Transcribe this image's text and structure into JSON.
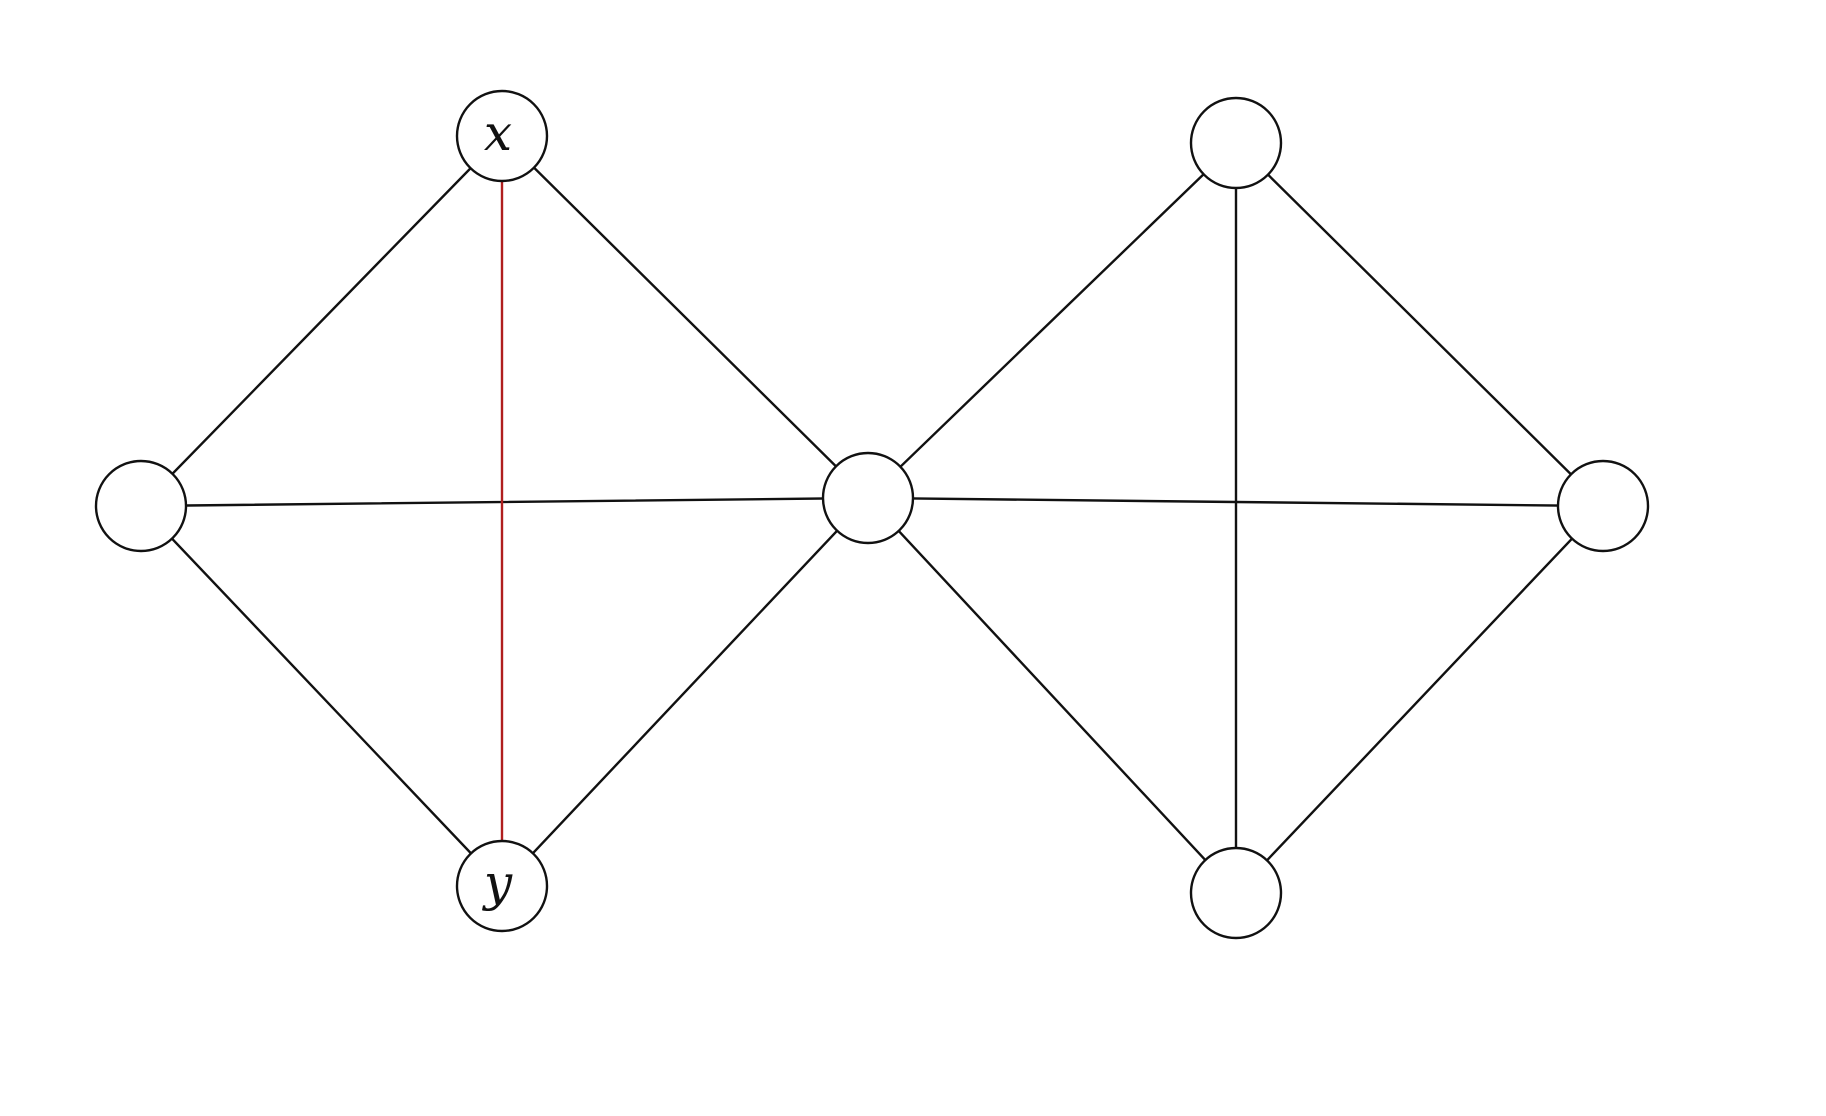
{
  "diagram": {
    "type": "graph",
    "edge_color": "#111111",
    "highlight_color": "#b01e1e",
    "node_fill": "#ffffff",
    "nodes": [
      {
        "id": "x",
        "label": "x"
      },
      {
        "id": "y",
        "label": "y"
      },
      {
        "id": "l",
        "label": ""
      },
      {
        "id": "c",
        "label": ""
      },
      {
        "id": "rt",
        "label": ""
      },
      {
        "id": "rb",
        "label": ""
      },
      {
        "id": "rr",
        "label": ""
      }
    ],
    "edges": [
      {
        "from": "x",
        "to": "l"
      },
      {
        "from": "x",
        "to": "c"
      },
      {
        "from": "l",
        "to": "y"
      },
      {
        "from": "c",
        "to": "y"
      },
      {
        "from": "l",
        "to": "c"
      },
      {
        "from": "x",
        "to": "y",
        "highlighted": true
      },
      {
        "from": "c",
        "to": "rt"
      },
      {
        "from": "c",
        "to": "rb"
      },
      {
        "from": "c",
        "to": "rr"
      },
      {
        "from": "rt",
        "to": "rr"
      },
      {
        "from": "rb",
        "to": "rr"
      },
      {
        "from": "rt",
        "to": "rb"
      }
    ]
  }
}
